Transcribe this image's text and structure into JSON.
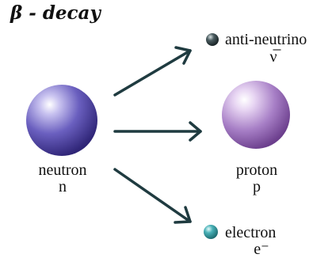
{
  "title": "β - decay",
  "particles": {
    "neutron": {
      "label": "neutron",
      "symbol": "n"
    },
    "proton": {
      "label": "proton",
      "symbol": "p"
    },
    "antineutrino": {
      "label": "anti-neutrino",
      "symbol": "ν̅"
    },
    "electron": {
      "label": "electron",
      "symbol": "e⁻"
    }
  },
  "colors": {
    "neutron": "#5a4fa8",
    "proton": "#a77fc6",
    "antineutrino": "#2a3a3e",
    "electron": "#2f8f95",
    "arrow": "#1f3b40"
  }
}
